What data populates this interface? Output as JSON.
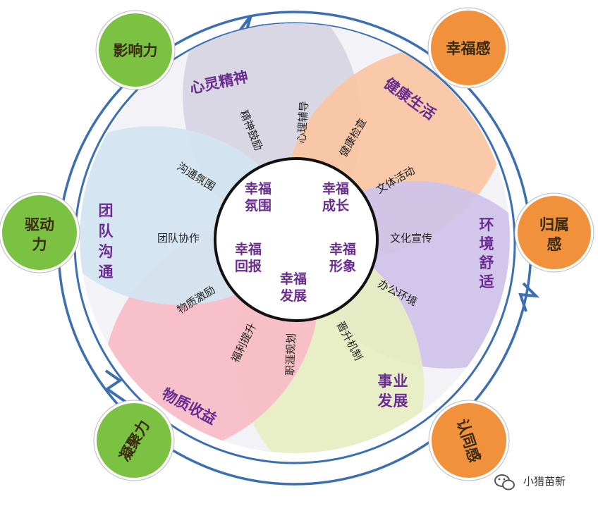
{
  "core": [
    "幸福氛围",
    "幸福成长",
    "幸福形象",
    "幸福发展",
    "幸福回报"
  ],
  "petals": [
    {
      "title": "心灵精神",
      "color": "#d7d5e3",
      "spokes": [
        "精神鼓励",
        "心理辅导"
      ]
    },
    {
      "title": "健康生活",
      "color": "#f9c6a3",
      "spokes": [
        "健康检查",
        "文体活动"
      ]
    },
    {
      "title": "环境舒适",
      "color": "#cfc4ea",
      "spokes": [
        "文化宣传",
        "办公环境"
      ]
    },
    {
      "title": "事业发展",
      "color": "#e6eec2",
      "spokes": [
        "晋升机制",
        "职涯规划"
      ]
    },
    {
      "title": "物质收益",
      "color": "#f6bcc6",
      "spokes": [
        "福利提升",
        "物质激励"
      ]
    },
    {
      "title": "团队沟通",
      "color": "#d3e4f1",
      "spokes": [
        "团队协作",
        "沟通氛围"
      ]
    }
  ],
  "drivers": [
    {
      "label": "影响力",
      "color": "#7cc242"
    },
    {
      "label": "驱动力",
      "color": "#7cc242"
    },
    {
      "label": "凝聚力",
      "color": "#7cc242"
    }
  ],
  "feelings": [
    {
      "label": "幸福感",
      "color": "#f1913b"
    },
    {
      "label": "归属感",
      "color": "#f1913b"
    },
    {
      "label": "认同感",
      "color": "#f1913b"
    }
  ],
  "watermark": {
    "text": "小猎苗新",
    "icon": "wechat-icon"
  },
  "ring_color": "#3c6fb2"
}
